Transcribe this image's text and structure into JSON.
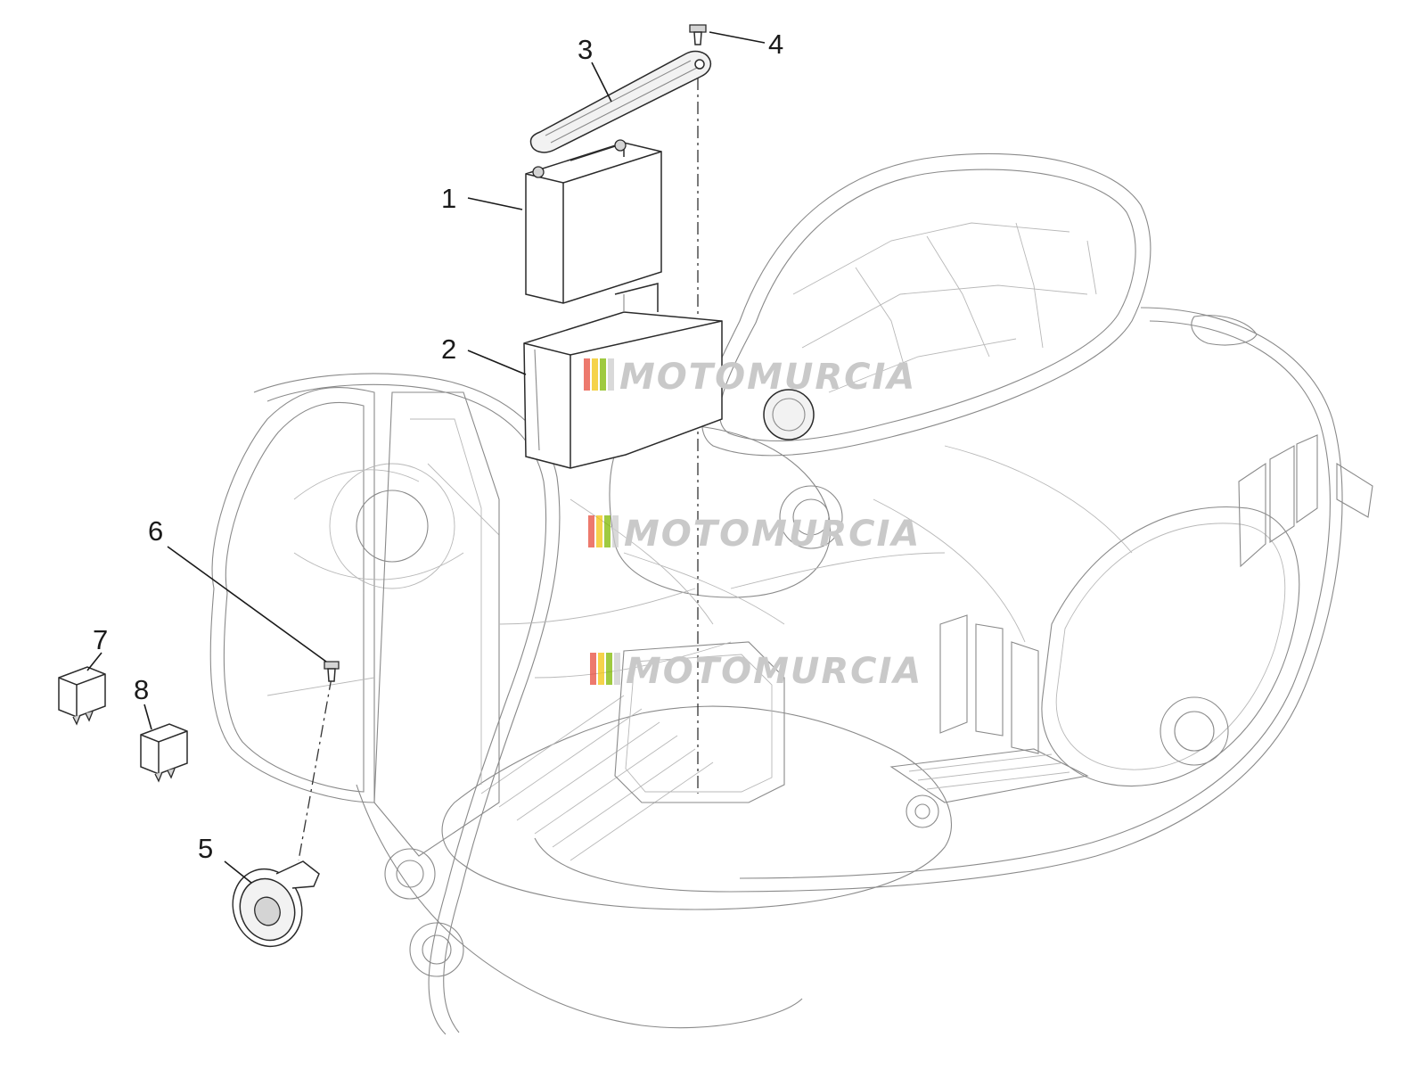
{
  "diagram": {
    "callouts": [
      {
        "id": "1",
        "label": "1"
      },
      {
        "id": "2",
        "label": "2"
      },
      {
        "id": "3",
        "label": "3"
      },
      {
        "id": "4",
        "label": "4"
      },
      {
        "id": "5",
        "label": "5"
      },
      {
        "id": "6",
        "label": "6"
      },
      {
        "id": "7",
        "label": "7"
      },
      {
        "id": "8",
        "label": "8"
      }
    ],
    "watermark": {
      "text": "MOTOMURCIA",
      "stripe_colors": [
        "#e74c3c",
        "#f1c40f",
        "#7fb800",
        "#cccccc"
      ]
    }
  }
}
